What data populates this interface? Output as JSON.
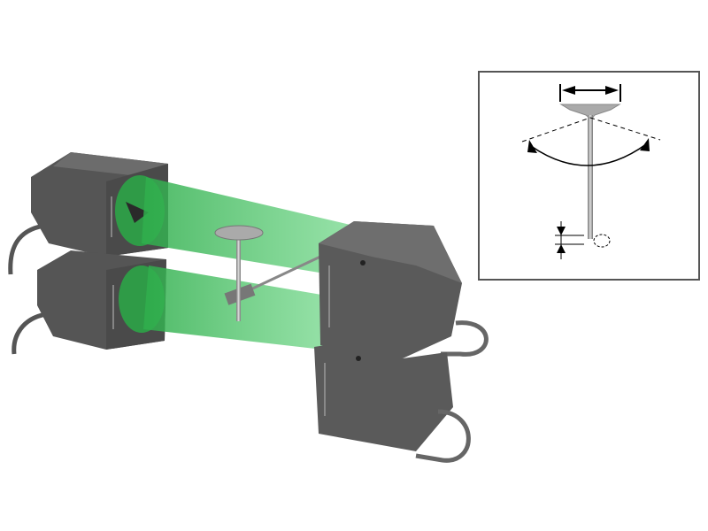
{
  "colors": {
    "background": "#ffffff",
    "sensor_body": "#5a5a5a",
    "sensor_dark": "#3e3e3e",
    "sensor_light": "#6e6e6e",
    "beam": "#3cc35a",
    "cable": "#555555",
    "inset_border": "#555555",
    "valve": "#9a9a9a"
  },
  "icons": {
    "width_dimension": "double-arrow-horizontal",
    "tilt_angle": "curved-double-arrow",
    "runout": "opposing-vertical-arrows"
  }
}
